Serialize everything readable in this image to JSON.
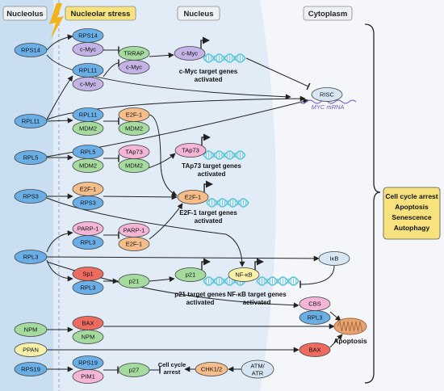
{
  "header": {
    "nucleolus": "Nucleolus",
    "stress": "Nucleolar stress",
    "nucleus": "Nucleus",
    "cytoplasm": "Cytoplasm"
  },
  "proteins": {
    "rps14_a": "RPS14",
    "rps14_b": "RPS14",
    "cmyc_a": "c-Myc",
    "rpl11_a": "RPL11",
    "cmyc_b": "c-Myc",
    "trrap": "TRRAP",
    "cmyc_c": "c-Myc",
    "cmyc_d": "c-Myc",
    "rpl11_b": "RPL11",
    "rpl11_c": "RPL11",
    "mdm2_a": "MDM2",
    "e2f1_a": "E2F-1",
    "mdm2_b": "MDM2",
    "rpl5_a": "RPL5",
    "rpl5_b": "RPL5",
    "mdm2_c": "MDM2",
    "tap73_a": "TAp73",
    "mdm2_d": "MDM2",
    "tap73_b": "TAp73",
    "rps3_a": "RPS3",
    "e2f1_b": "E2F-1",
    "rps3_b": "RPS3",
    "e2f1_c": "E2F-1",
    "rpl3_a": "RPL3",
    "parp1_a": "PARP-1",
    "rpl3_b": "RPL3",
    "parp1_b": "PARP-1",
    "e2f1_d": "E2F-1",
    "sp1": "Sp1",
    "rpl3_c": "RPL3",
    "p21_a": "p21",
    "p21_b": "p21",
    "nfkb": "NF-κB",
    "ikb": "IκB",
    "risc": "RISC",
    "cbs": "CBS",
    "rpl3_d": "RPL3",
    "npm_a": "NPM",
    "bax_a": "BAX",
    "npm_b": "NPM",
    "ppan": "PPAN",
    "bax_b": "BAX",
    "rps19_a": "RPS19",
    "rps19_b": "RPS19",
    "pim1": "PIM1",
    "p27": "p27",
    "chk": "CHK1/2",
    "atm_line1": "ATM/",
    "atm_line2": "ATR"
  },
  "labels": {
    "cmyc_genes_1": "c-Myc target genes",
    "cmyc_genes_2": "activated",
    "tap73_genes_1": "TAp73 target genes",
    "tap73_genes_2": "activated",
    "e2f1_genes_1": "E2F-1 target genes",
    "e2f1_genes_2": "activated",
    "p21_genes_1": "p21 target genes",
    "p21_genes_2": "activated",
    "nfkb_genes_1": "NF-κB target genes",
    "nfkb_genes_2": "activated",
    "myc_mrna": "MYC mRNA",
    "apoptosis": "Apoptosis",
    "cell_cycle_1": "Cell cycle",
    "cell_cycle_2": "arrest"
  },
  "outcomes": [
    "Cell cycle arrest",
    "Apoptosis",
    "Senescence",
    "Autophagy"
  ],
  "colors": {
    "nucleolus_bg": "#c9def0",
    "nucleus_bg": "#e1ecf7",
    "cytoplasm_bg": "#f4f6f9",
    "header_label_bg": "#eef1f4",
    "stress_label_bg": "#f8e27e",
    "lightning": "#f5b31b",
    "blue": "#6aaee6",
    "green": "#a6dba0",
    "purple": "#c3b3e6",
    "orange": "#f5bd8a",
    "pink": "#f4b5d7",
    "red": "#ee6b60",
    "yellow": "#f8f1a9",
    "light_blue": "#d7e6f3",
    "dna": "#5ec5d7",
    "outcome_box": "#f8e27e",
    "mito": "#e7a574"
  },
  "icons": [
    "lightning-icon",
    "dna-helix-icon",
    "rna-strand-icon",
    "mitochondrion-icon",
    "bracket-icon"
  ]
}
